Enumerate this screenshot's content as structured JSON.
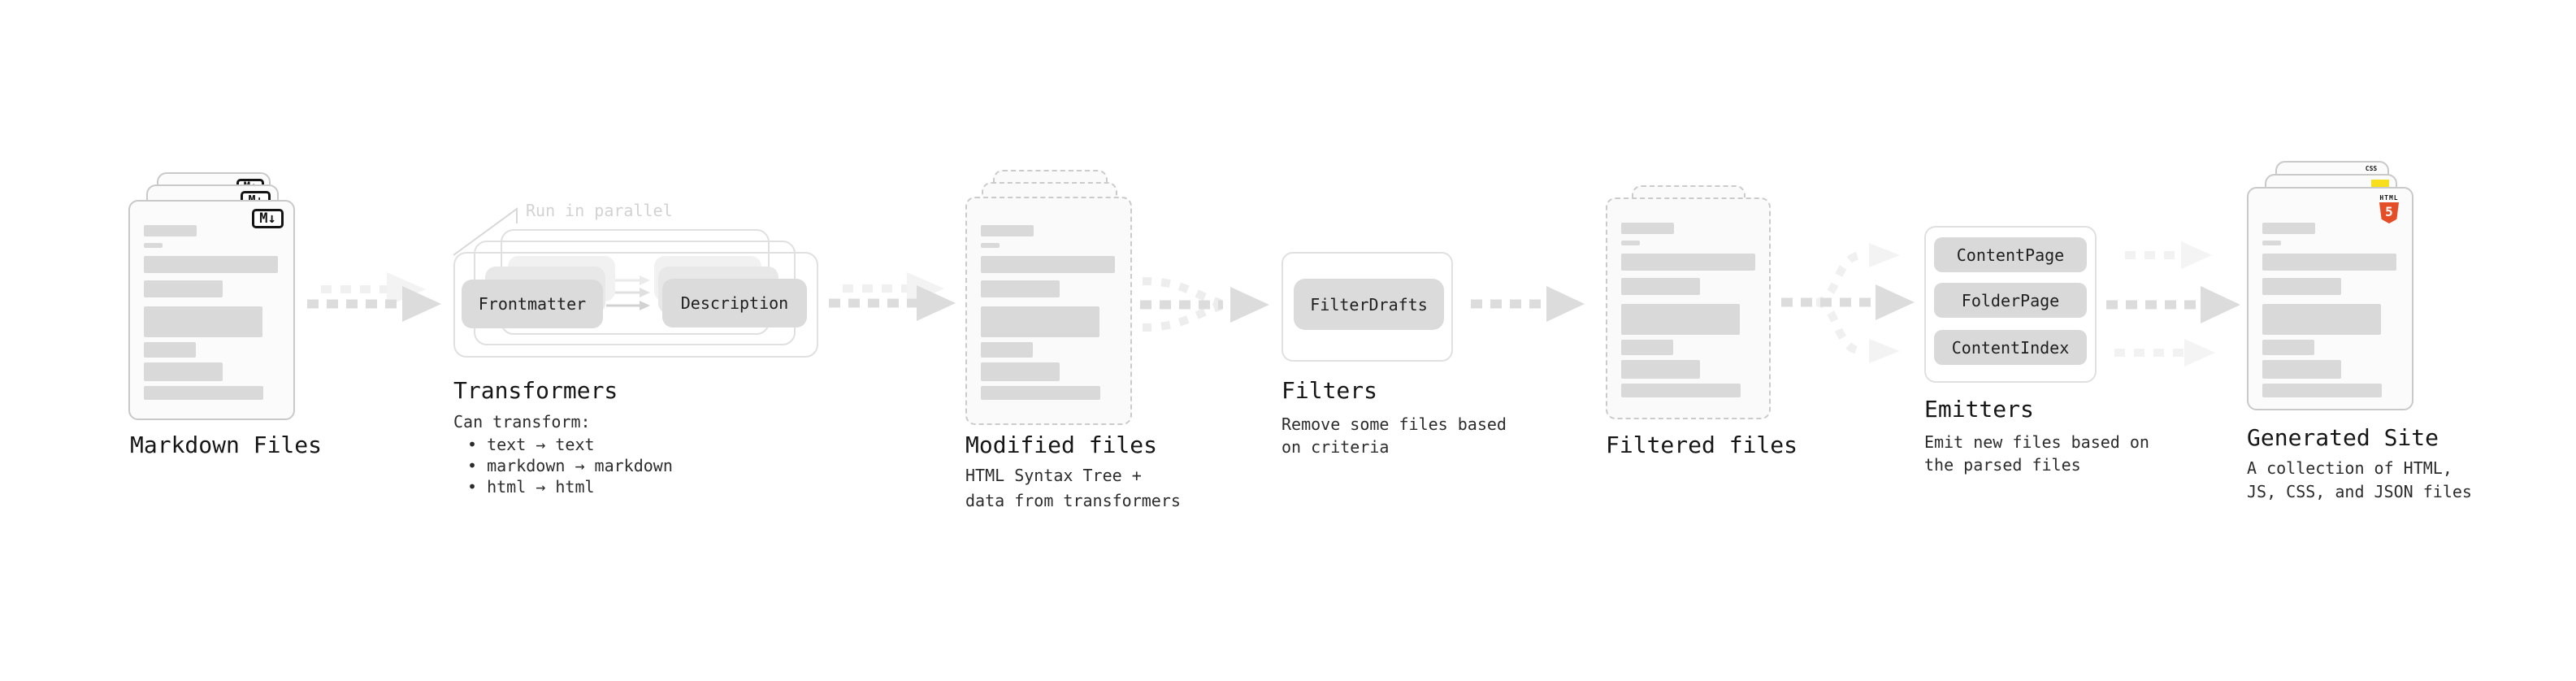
{
  "stages": {
    "markdown": {
      "label": "Markdown Files",
      "badge": "M↓"
    },
    "transformers": {
      "label": "Transformers",
      "annotation": "Run in parallel",
      "chip_left": "Frontmatter",
      "chip_right": "Description",
      "desc": "Can transform:",
      "bullets": [
        "• text → text",
        "• markdown → markdown",
        "• html → html"
      ]
    },
    "modified": {
      "label": "Modified files",
      "desc_lines": [
        "HTML Syntax Tree +",
        "data from transformers"
      ]
    },
    "filters": {
      "label": "Filters",
      "chip": "FilterDrafts",
      "desc_lines": [
        "Remove some files based",
        "on criteria"
      ]
    },
    "filtered": {
      "label": "Filtered files"
    },
    "emitters": {
      "label": "Emitters",
      "chips": [
        "ContentPage",
        "FolderPage",
        "ContentIndex"
      ],
      "desc_lines": [
        "Emit new files based on",
        "the parsed files"
      ]
    },
    "generated": {
      "label": "Generated Site",
      "badge_html_word": "HTML",
      "badge_html_num": "5",
      "badge_css": "CSS",
      "desc_lines": [
        "A collection of HTML,",
        "JS, CSS, and JSON files"
      ]
    }
  },
  "colors": {
    "bar_gray": "#d9d9d9",
    "accent_html_orange": "#e44d26",
    "accent_js_yellow": "#f7df1e",
    "accent_css_blue": "#2b5cff"
  }
}
